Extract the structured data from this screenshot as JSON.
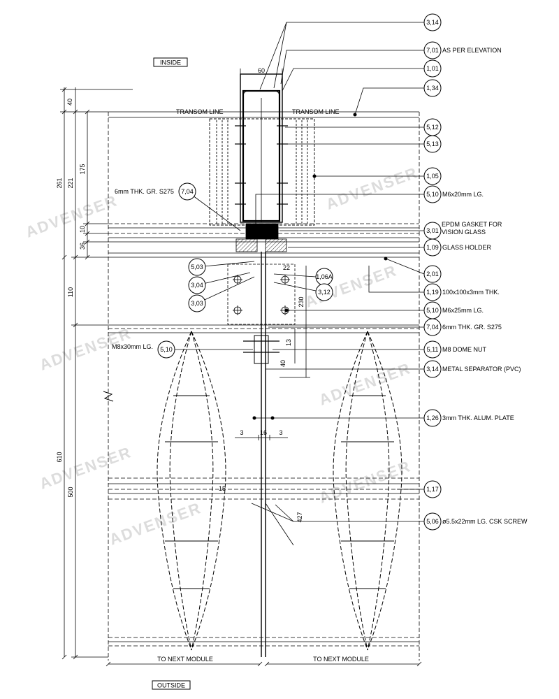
{
  "labels": {
    "inside": "INSIDE",
    "outside": "OUTSIDE",
    "transom_left": "TRANSOM LINE",
    "transom_right": "TRANSOM LINE",
    "next_module_left": "TO NEXT MODULE",
    "next_module_right": "TO NEXT MODULE"
  },
  "callouts": [
    {
      "ref": "3,14",
      "note": ""
    },
    {
      "ref": "7,01",
      "note": "AS PER ELEVATION"
    },
    {
      "ref": "1,01",
      "note": ""
    },
    {
      "ref": "1,34",
      "note": ""
    },
    {
      "ref": "5,12",
      "note": ""
    },
    {
      "ref": "5,13",
      "note": ""
    },
    {
      "ref": "1,05",
      "note": ""
    },
    {
      "ref": "5,10",
      "note": "M6x20mm LG."
    },
    {
      "ref": "3,01",
      "note": "EPDM GASKET FOR VISION GLASS"
    },
    {
      "ref": "1,09",
      "note": "GLASS HOLDER"
    },
    {
      "ref": "2,01",
      "note": ""
    },
    {
      "ref": "1,19",
      "note": "100x100x3mm THK."
    },
    {
      "ref": "5,10",
      "note": "M6x25mm LG."
    },
    {
      "ref": "7,04",
      "note": "6mm THK. GR. S275"
    },
    {
      "ref": "5,11",
      "note": "M8 DOME NUT"
    },
    {
      "ref": "3,14",
      "note": "METAL SEPARATOR (PVC)"
    },
    {
      "ref": "1,26",
      "note": "3mm THK. ALUM. PLATE"
    },
    {
      "ref": "1,17",
      "note": ""
    },
    {
      "ref": "5,06",
      "note": "ø5.5x22mm LG. CSK SCREW"
    }
  ],
  "left_callouts": [
    {
      "ref": "7,04",
      "note": "6mm THK. GR. S275"
    },
    {
      "ref": "5,03",
      "note": ""
    },
    {
      "ref": "3,04",
      "note": ""
    },
    {
      "ref": "3,03",
      "note": ""
    },
    {
      "ref": "5,10",
      "note": "M8x30mm LG."
    }
  ],
  "center_callouts": [
    {
      "ref": "1,06A"
    },
    {
      "ref": "3,12"
    }
  ],
  "dims": {
    "d40": "40",
    "d261": "261",
    "d221": "221",
    "d175": "175",
    "d10": "10",
    "d36": "36",
    "d110": "110",
    "d610": "610",
    "d500": "500",
    "d60": "60",
    "d22": "22",
    "d230": "230",
    "d13": "13",
    "d40b": "40",
    "d3a": "3",
    "d16": "16",
    "d3b": "3",
    "d427": "427",
    "d15": "15"
  },
  "watermark": "ADVENSER"
}
